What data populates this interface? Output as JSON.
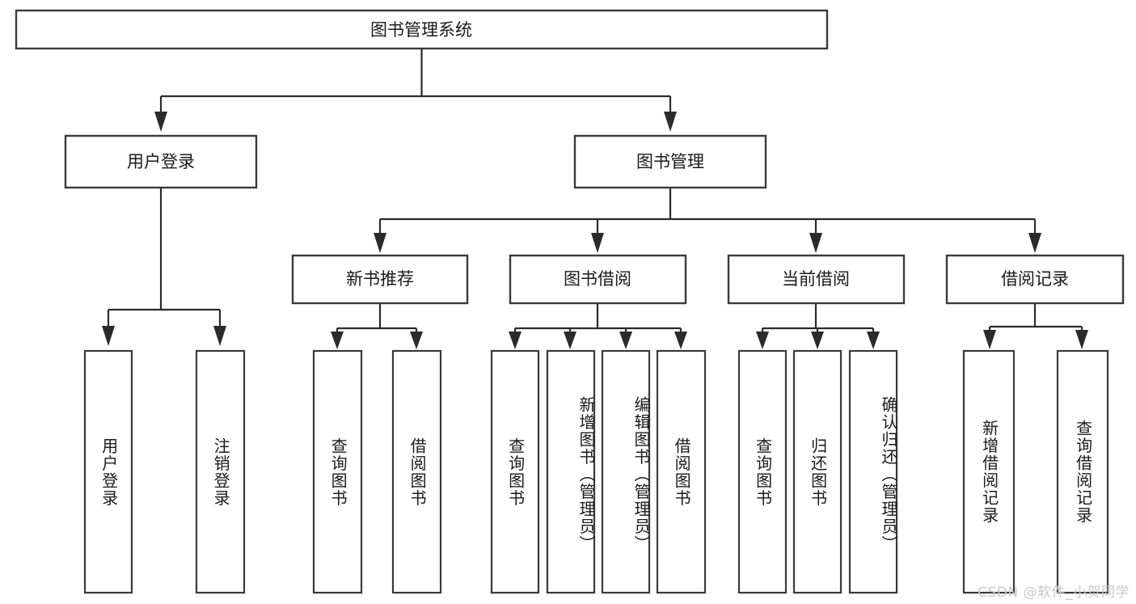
{
  "diagram": {
    "type": "tree",
    "title": "图书管理系统",
    "orientation": "top-down",
    "root": {
      "id": "root",
      "label": "图书管理系统"
    },
    "level2": [
      {
        "id": "user-login",
        "label": "用户登录"
      },
      {
        "id": "book-management",
        "label": "图书管理"
      }
    ],
    "level3": [
      {
        "id": "new-book-recommend",
        "label": "新书推荐",
        "parent": "book-management"
      },
      {
        "id": "book-borrow",
        "label": "图书借阅",
        "parent": "book-management"
      },
      {
        "id": "current-borrow",
        "label": "当前借阅",
        "parent": "book-management"
      },
      {
        "id": "borrow-record",
        "label": "借阅记录",
        "parent": "book-management"
      }
    ],
    "leaves": {
      "user-login": [
        {
          "id": "leaf-user-login",
          "label": "用户登录"
        },
        {
          "id": "leaf-user-logout",
          "label": "注销登录"
        }
      ],
      "new-book-recommend": [
        {
          "id": "leaf-query-book-1",
          "label": "查询图书"
        },
        {
          "id": "leaf-borrow-book-1",
          "label": "借阅图书"
        }
      ],
      "book-borrow": [
        {
          "id": "leaf-query-book-2",
          "label": "查询图书"
        },
        {
          "id": "leaf-add-book",
          "label": "新增图书（管理员）"
        },
        {
          "id": "leaf-edit-book",
          "label": "编辑图书（管理员）"
        },
        {
          "id": "leaf-borrow-book-2",
          "label": "借阅图书"
        }
      ],
      "current-borrow": [
        {
          "id": "leaf-query-book-3",
          "label": "查询图书"
        },
        {
          "id": "leaf-return-book",
          "label": "归还图书"
        },
        {
          "id": "leaf-confirm-return",
          "label": "确认归还（管理员）"
        }
      ],
      "borrow-record": [
        {
          "id": "leaf-add-record",
          "label": "新增借阅记录"
        },
        {
          "id": "leaf-query-record",
          "label": "查询借阅记录"
        }
      ]
    }
  },
  "watermark": {
    "text": "CSDN @软件_小贺同学"
  },
  "colors": {
    "box_stroke": "#3a3a3a",
    "connector": "#2b2b2b",
    "text": "#1a1a1a",
    "background": "#ffffff",
    "watermark": "#c9c9c9"
  }
}
